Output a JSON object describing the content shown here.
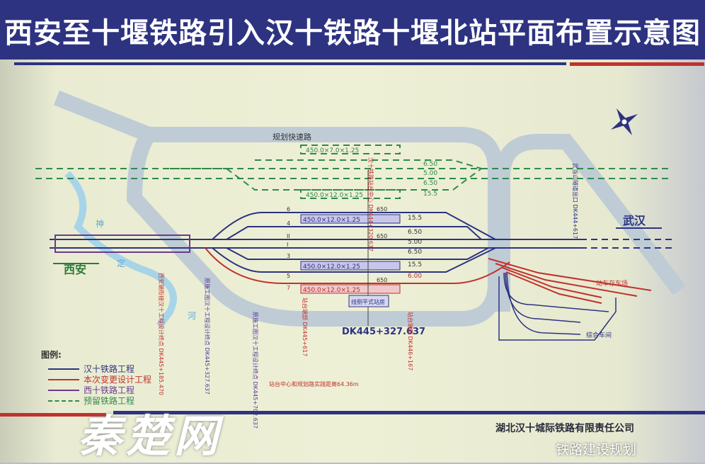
{
  "title": "西安至十堰铁路引入汉十铁路十堰北站平面布置示意图",
  "road_label": "规划快速路",
  "directions": {
    "west": "西安",
    "east": "武汉"
  },
  "rivers": {
    "upper": "神",
    "middle": "定",
    "lower": "河"
  },
  "reserved_platforms": [
    "450.0×7.0×1.25",
    "450.0×12.0×1.25"
  ],
  "reserved_widths": [
    "6.50",
    "5.00",
    "6.50",
    "15.5"
  ],
  "platforms": [
    "450.0×12.0×1.25",
    "450.0×12.0×1.25",
    "450.0×12.0×1.25"
  ],
  "tracks": [
    "6",
    "4",
    "II",
    "I",
    "3",
    "5",
    "7"
  ],
  "track_lengths": "650",
  "track_spacing": [
    "15.5",
    "6.50",
    "5.00",
    "6.50",
    "15.5",
    "6.00"
  ],
  "station_building": "线侧平式站房",
  "station_center": "DK445+327.637",
  "mileposts": [
    {
      "text": "西安端衔接汉十工程设计终点 DK445+185.470",
      "color": "#c0322e"
    },
    {
      "text": "原施工图汉十工程设计终点 DK445+327.637",
      "color": "#5a3a9a"
    },
    {
      "text": "原施工图汉十工程设计终点 DK445+702.637",
      "color": "#5a3a9a"
    },
    {
      "text": "站台端部 DK445+617",
      "color": "#c0322e"
    },
    {
      "text": "站台端部 DK446+167",
      "color": "#c0322e"
    },
    {
      "text": "武当山隧道出口 DK444+617",
      "color": "#2d3380"
    },
    {
      "text": "汉十铁路站台中心 DK444+320.637",
      "color": "#c0322e"
    }
  ],
  "distance_note": "站台中心和规划路实践距离64.36m",
  "emu_yard": "动车存车场",
  "depot": "综合车间",
  "legend": {
    "title": "图例:",
    "items": [
      {
        "label": "汉十铁路工程",
        "color": "#2d3380",
        "style": "solid"
      },
      {
        "label": "本次变更设计工程",
        "color": "#c0322e",
        "style": "solid"
      },
      {
        "label": "西十铁路工程",
        "color": "#6a3b8a",
        "style": "solid"
      },
      {
        "label": "预留铁路工程",
        "color": "#2f8a4a",
        "style": "dashed"
      }
    ]
  },
  "company": "湖北汉十城际铁路有限责任公司",
  "watermarks": {
    "site": "秦楚网",
    "wechat": "铁路建设规划"
  }
}
